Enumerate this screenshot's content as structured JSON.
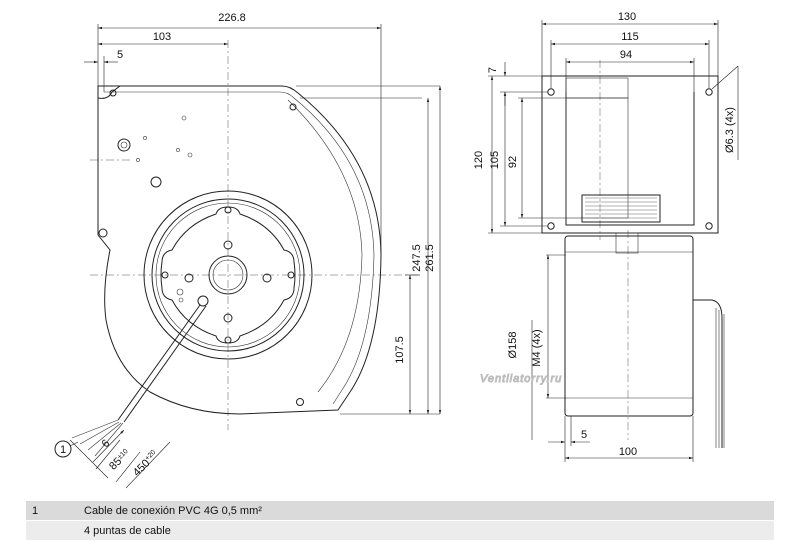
{
  "front_view": {
    "dims": {
      "overall_width": "226.8",
      "half_width": "103",
      "flange": "5",
      "height_center": "247.5",
      "height_total": "261.5",
      "cable_center": "107.5",
      "cable_6": "6",
      "cable_85": "85",
      "cable_85_tol": "±10",
      "cable_450": "450",
      "cable_450_tol": "+20",
      "callout": "1"
    }
  },
  "side_view": {
    "dims": {
      "width_130": "130",
      "width_115": "115",
      "width_94": "94",
      "h_7": "7",
      "h_120": "120",
      "h_105": "105",
      "h_92": "92",
      "hole": "Ø6.3 (4x)",
      "dia": "Ø158",
      "thread": "M4 (4x)",
      "base_5": "5",
      "base_100": "100"
    }
  },
  "watermark": "Ventilatorry.ru",
  "legend": [
    {
      "num": "1",
      "text": "Cable de conexión PVC 4G 0,5 mm²"
    },
    {
      "num": "",
      "text": "4 puntas de cable"
    }
  ]
}
